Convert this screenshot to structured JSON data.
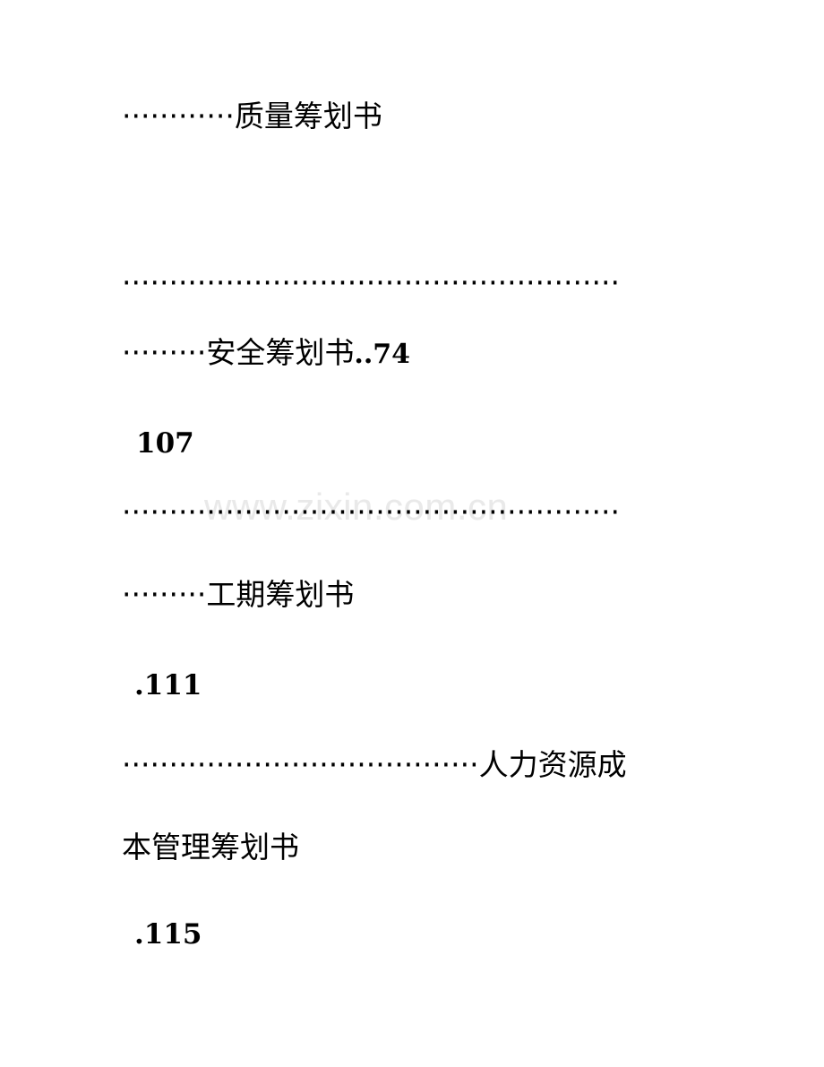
{
  "document": {
    "type": "table-of-contents-page",
    "page_background": "#ffffff",
    "text_color": "#000000"
  },
  "watermark": {
    "text": "www.zixin.com.cn",
    "color": "#e9e9e9"
  },
  "toc": {
    "lines": [
      {
        "id": "quality",
        "leader": "············",
        "title": "质量筹划书",
        "page": ""
      },
      {
        "id": "dots-full",
        "leader": "·····················································",
        "title": "",
        "page": ""
      },
      {
        "id": "safety",
        "leader": "·········",
        "title": "安全筹划书",
        "page": "..74"
      },
      {
        "id": "page-107",
        "leader": "",
        "title": "",
        "page": "107"
      },
      {
        "id": "dots-watermark",
        "leader": "·····················································",
        "title": "",
        "page": ""
      },
      {
        "id": "schedule",
        "leader": "·········",
        "title": "工期筹划书",
        "page": ""
      },
      {
        "id": "page-111",
        "leader": "",
        "title": "",
        "page": ".111"
      },
      {
        "id": "hr-cost-a",
        "leader": "······································",
        "title": "人力资源成",
        "page": ""
      },
      {
        "id": "hr-cost-b",
        "leader": "",
        "title": "本管理筹划书",
        "page": ""
      },
      {
        "id": "page-115",
        "leader": "",
        "title": "",
        "page": ".115"
      }
    ]
  }
}
